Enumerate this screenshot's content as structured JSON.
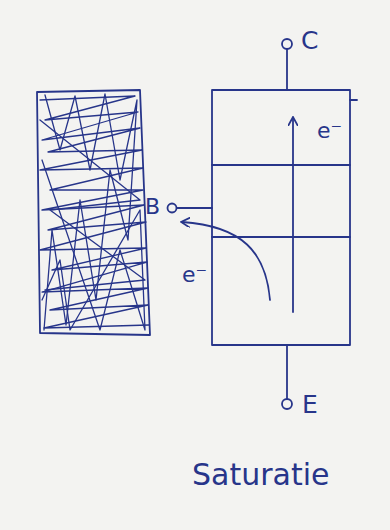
{
  "diagram": {
    "caption": "Saturatie",
    "labels": [
      "C",
      "B",
      "e⁻",
      "e⁻",
      "E"
    ]
  }
}
